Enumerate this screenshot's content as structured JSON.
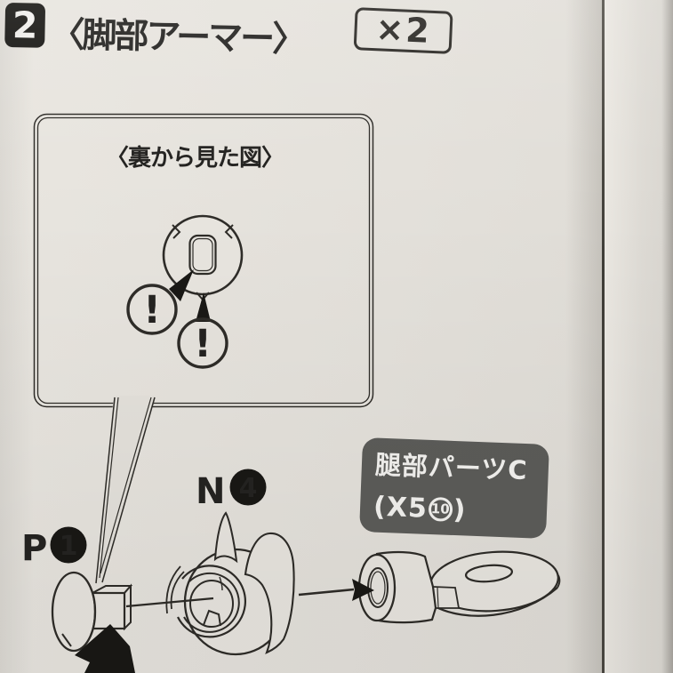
{
  "header": {
    "step_number": "2",
    "title": "〈脚部アーマー〉",
    "quantity": "×2"
  },
  "callout": {
    "title": "〈裏から見た図〉",
    "warning_mark": "!"
  },
  "parts": {
    "p": {
      "letter": "P",
      "number": "1"
    },
    "n": {
      "letter": "N",
      "number": "4"
    }
  },
  "label": {
    "line1": "腿部パーツC",
    "line2_prefix": "(X5",
    "line2_circled": "10",
    "line2_suffix": ")"
  },
  "colors": {
    "paper": "#e4e1db",
    "ink": "#2e2c28",
    "solid_black": "#191815",
    "label_bg": "#5c5c59",
    "label_text": "#f3f2ef"
  }
}
